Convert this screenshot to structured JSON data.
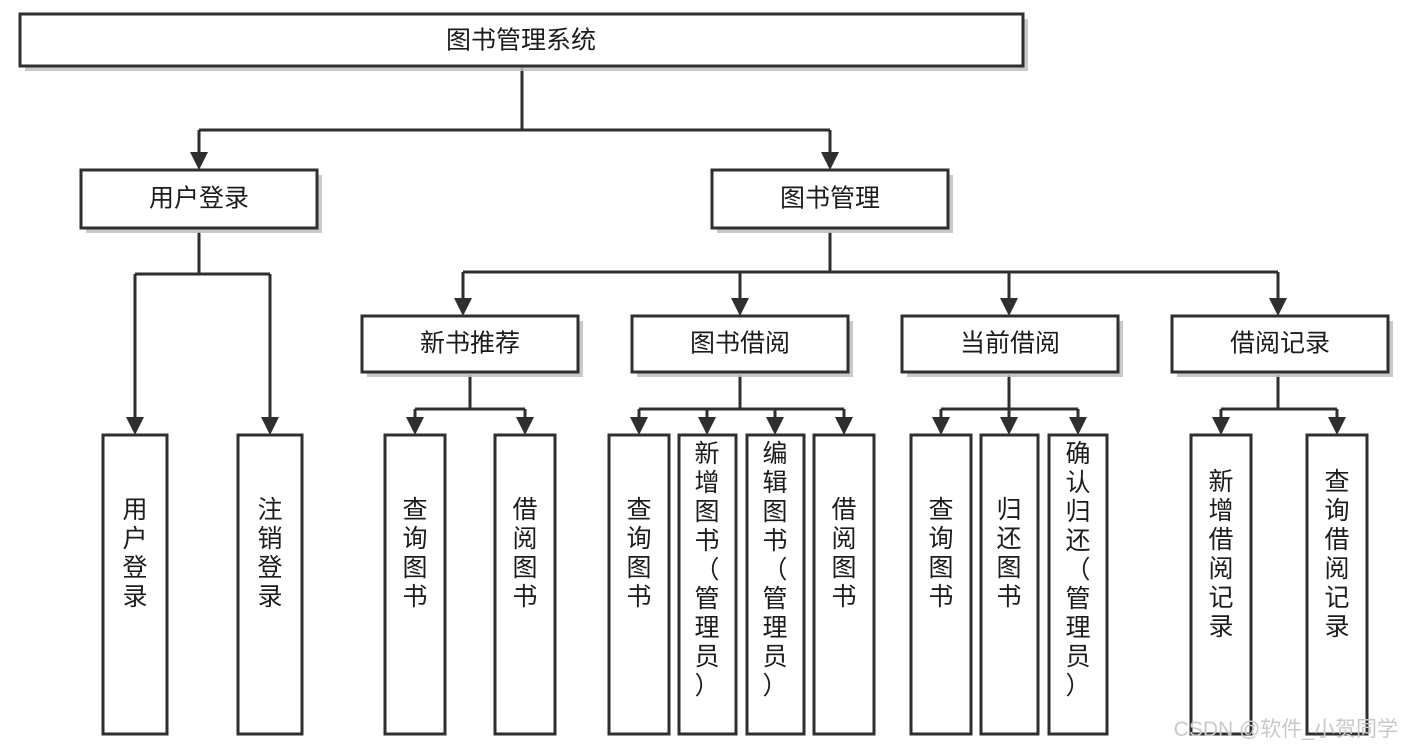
{
  "diagram": {
    "title": "图书管理系统",
    "type": "tree-hierarchy-chart",
    "orientation": "top-down",
    "colors": {
      "box_stroke": "#2f2f2f",
      "box_fill": "#ffffff",
      "connector": "#2f2f2f",
      "text": "#1c1c1c",
      "watermark": "#c9c9c9",
      "background": "#ffffff"
    },
    "levels": [
      {
        "level": 1,
        "nodes": [
          {
            "id": "root",
            "label": "图书管理系统",
            "orientation": "horizontal"
          }
        ]
      },
      {
        "level": 2,
        "nodes": [
          {
            "id": "user-login",
            "label": "用户登录",
            "orientation": "horizontal",
            "parent": "root"
          },
          {
            "id": "book-manage",
            "label": "图书管理",
            "orientation": "horizontal",
            "parent": "root"
          }
        ]
      },
      {
        "level": 3,
        "nodes": [
          {
            "id": "new-book-rec",
            "label": "新书推荐",
            "orientation": "horizontal",
            "parent": "book-manage"
          },
          {
            "id": "book-borrow",
            "label": "图书借阅",
            "orientation": "horizontal",
            "parent": "book-manage"
          },
          {
            "id": "current-borrow",
            "label": "当前借阅",
            "orientation": "horizontal",
            "parent": "book-manage"
          },
          {
            "id": "borrow-record",
            "label": "借阅记录",
            "orientation": "horizontal",
            "parent": "book-manage"
          }
        ]
      },
      {
        "level": 4,
        "nodes": [
          {
            "id": "leaf-user-login",
            "label": "用户登录",
            "orientation": "vertical",
            "parent": "user-login"
          },
          {
            "id": "leaf-user-logout",
            "label": "注销登录",
            "orientation": "vertical",
            "parent": "user-login"
          },
          {
            "id": "leaf-rec-query",
            "label": "查询图书",
            "orientation": "vertical",
            "parent": "new-book-rec"
          },
          {
            "id": "leaf-rec-borrow",
            "label": "借阅图书",
            "orientation": "vertical",
            "parent": "new-book-rec"
          },
          {
            "id": "leaf-borrow-query",
            "label": "查询图书",
            "orientation": "vertical",
            "parent": "book-borrow"
          },
          {
            "id": "leaf-borrow-add",
            "label": "新增图书（管理员）",
            "orientation": "vertical",
            "parent": "book-borrow"
          },
          {
            "id": "leaf-borrow-edit",
            "label": "编辑图书（管理员）",
            "orientation": "vertical",
            "parent": "book-borrow"
          },
          {
            "id": "leaf-borrow-lend",
            "label": "借阅图书",
            "orientation": "vertical",
            "parent": "book-borrow"
          },
          {
            "id": "leaf-cur-query",
            "label": "查询图书",
            "orientation": "vertical",
            "parent": "current-borrow"
          },
          {
            "id": "leaf-cur-return",
            "label": "归还图书",
            "orientation": "vertical",
            "parent": "current-borrow"
          },
          {
            "id": "leaf-cur-confirm",
            "label": "确认归还（管理员）",
            "orientation": "vertical",
            "parent": "current-borrow"
          },
          {
            "id": "leaf-rec-add",
            "label": "新增借阅记录",
            "orientation": "vertical",
            "parent": "borrow-record"
          },
          {
            "id": "leaf-rec-query2",
            "label": "查询借阅记录",
            "orientation": "vertical",
            "parent": "borrow-record"
          }
        ]
      }
    ]
  },
  "watermark": {
    "text": "CSDN @软件_小贺同学"
  }
}
